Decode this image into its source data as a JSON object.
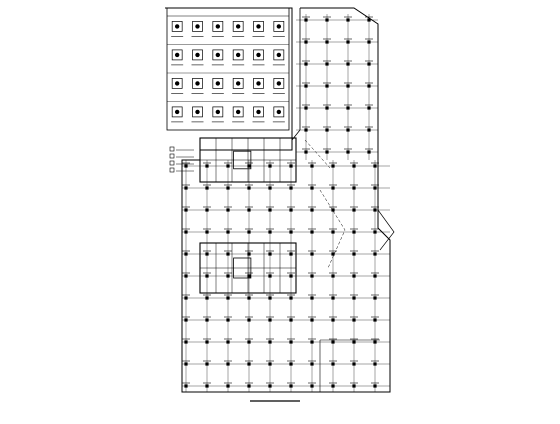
{
  "drawing": {
    "kind": "structural-foundation-plan",
    "line_color": "#000000",
    "background_color": "#ffffff",
    "detail_table": {
      "header_label": "",
      "rows": 4,
      "cols": 6
    },
    "legend_notes": [
      "",
      "",
      "",
      ""
    ],
    "bottom_caption": ""
  }
}
